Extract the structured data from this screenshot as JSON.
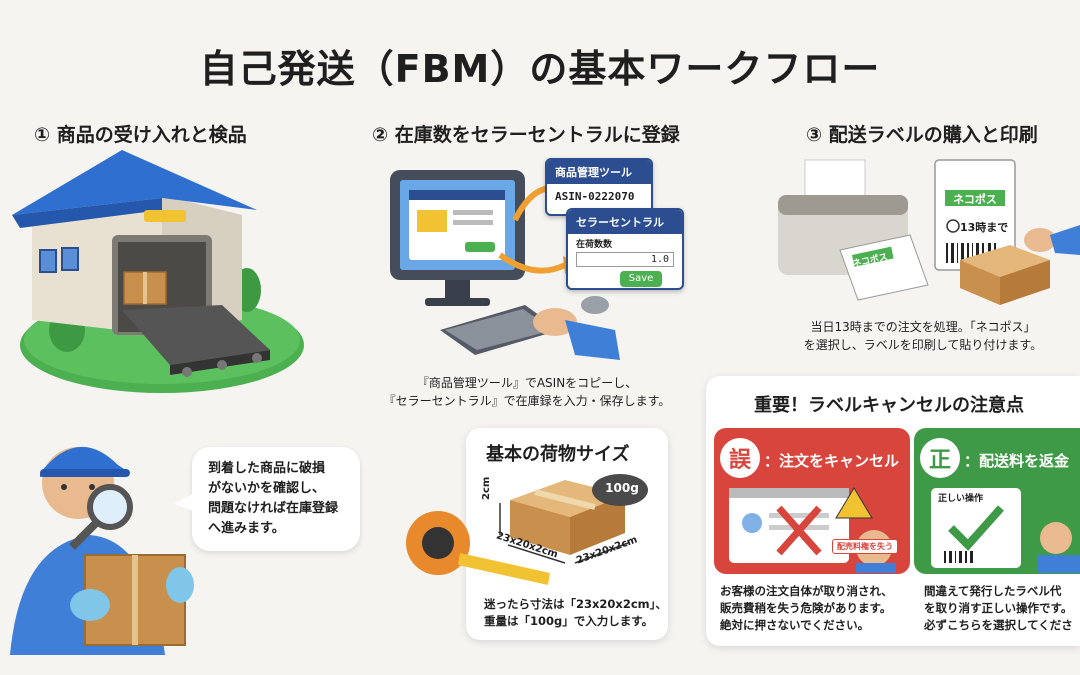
{
  "title": "自己発送（FBM）の基本ワークフロー",
  "steps": [
    {
      "label": "① 商品の受け入れと検品",
      "bubble": [
        "到着した商品に破損",
        "がないかを確認し、",
        "問題なければ在庫登録",
        "へ進みます。"
      ]
    },
    {
      "label": "② 在庫数をセラーセントラルに登録",
      "ui": {
        "tool_window_title": "商品管理ツール",
        "asin": "ASIN-0222070",
        "sc_window_title": "セラーセントラル",
        "stock_label": "在荷数数",
        "stock_value": "1.0",
        "save_button": "Save"
      },
      "caption": [
        "『商品管理ツール』でASINをコピーし、",
        "『セラーセントラル』で在庫録を入力・保存します。"
      ]
    },
    {
      "label": "③ 配送ラベルの購入と印刷",
      "label_text": {
        "brand": "ネコポス",
        "deadline": "13時まで",
        "printer_label": "ネコポス"
      },
      "caption": [
        "当日13時までの注文を処理。「ネコポス」",
        "を選択し、ラベルを印刷して貼り付けます。"
      ]
    }
  ],
  "package_size": {
    "title": "基本の荷物サイズ",
    "weight": "100g",
    "dim_height": "2cm",
    "dim_front": "23x20x2cm",
    "dim_side": "23x20x2cm",
    "caption": [
      "迷ったら寸法は「23x20x2cm」、",
      "重量は「100g」で入力します。"
    ]
  },
  "cancel_notice": {
    "title": "重要！ラベルキャンセルの注意点",
    "wrong": {
      "badge": "誤",
      "label": "：注文をキャンセル",
      "warning_tag": "配売料権を失う",
      "caption": [
        "お客様の注文自体が取り消され、",
        "販売費稍を失う危険があります。",
        "絶対に押さないでください。"
      ],
      "color": "#d8453c"
    },
    "right": {
      "badge": "正",
      "label": "：配送料を返金",
      "ui_title": "正しい操作",
      "caption": [
        "間違えて発行したラベル代",
        "を取り消す正しい操作です。",
        "必ずこちらを選択してくださ"
      ],
      "color": "#3f9a47"
    }
  },
  "colors": {
    "accent_blue": "#2c4d8f",
    "box_brown": "#c98f4c",
    "ground_green": "#4caf50",
    "roof_blue": "#2f6fcf"
  }
}
